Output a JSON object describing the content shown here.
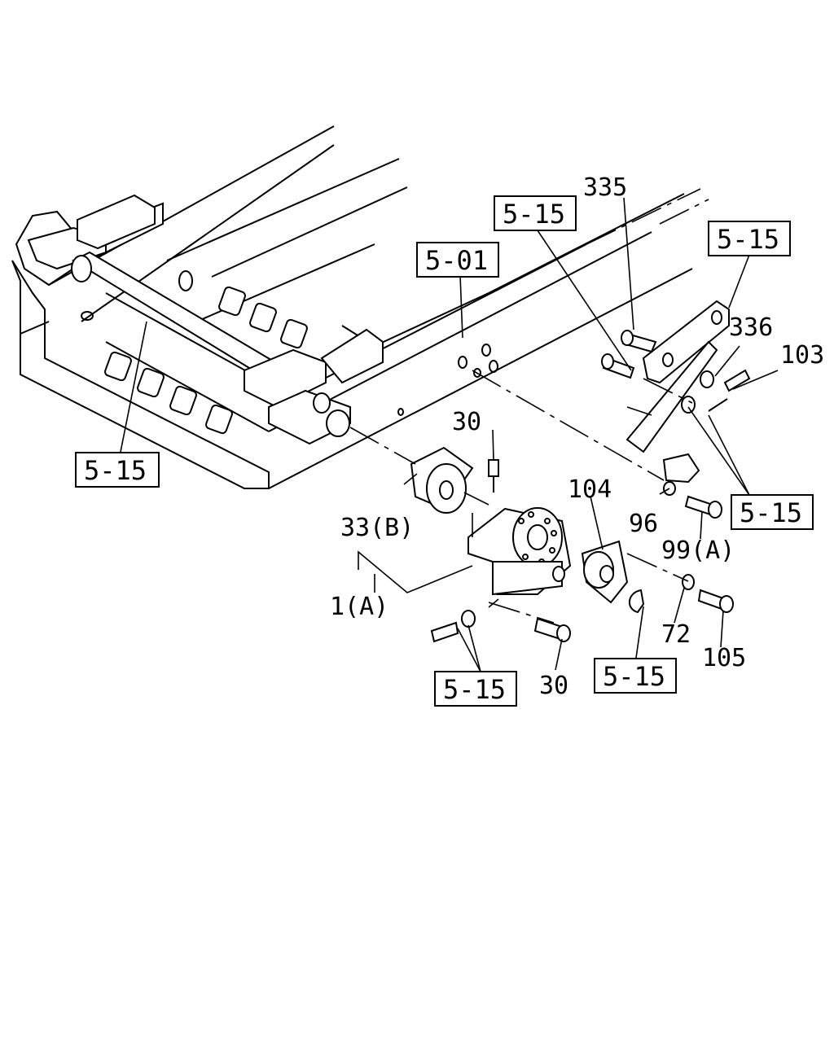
{
  "ref_boxes": [
    {
      "id": "box-5-01",
      "text": "5-01"
    },
    {
      "id": "box-5-15-top",
      "text": "5-15"
    },
    {
      "id": "box-5-15-topright",
      "text": "5-15"
    },
    {
      "id": "box-5-15-left",
      "text": "5-15"
    },
    {
      "id": "box-5-15-right",
      "text": "5-15"
    },
    {
      "id": "box-5-15-bottom-left",
      "text": "5-15"
    },
    {
      "id": "box-5-15-bottom-mid",
      "text": "5-15"
    }
  ],
  "part_labels": [
    {
      "id": "label-335",
      "text": "335"
    },
    {
      "id": "label-336",
      "text": "336"
    },
    {
      "id": "label-103",
      "text": "103"
    },
    {
      "id": "label-30-top",
      "text": "30"
    },
    {
      "id": "label-104",
      "text": "104"
    },
    {
      "id": "label-33b",
      "text": "33(B)"
    },
    {
      "id": "label-96",
      "text": "96"
    },
    {
      "id": "label-99a",
      "text": "99(A)"
    },
    {
      "id": "label-1a",
      "text": "1(A)"
    },
    {
      "id": "label-72",
      "text": "72"
    },
    {
      "id": "label-105",
      "text": "105"
    },
    {
      "id": "label-30-bottom",
      "text": "30"
    }
  ]
}
